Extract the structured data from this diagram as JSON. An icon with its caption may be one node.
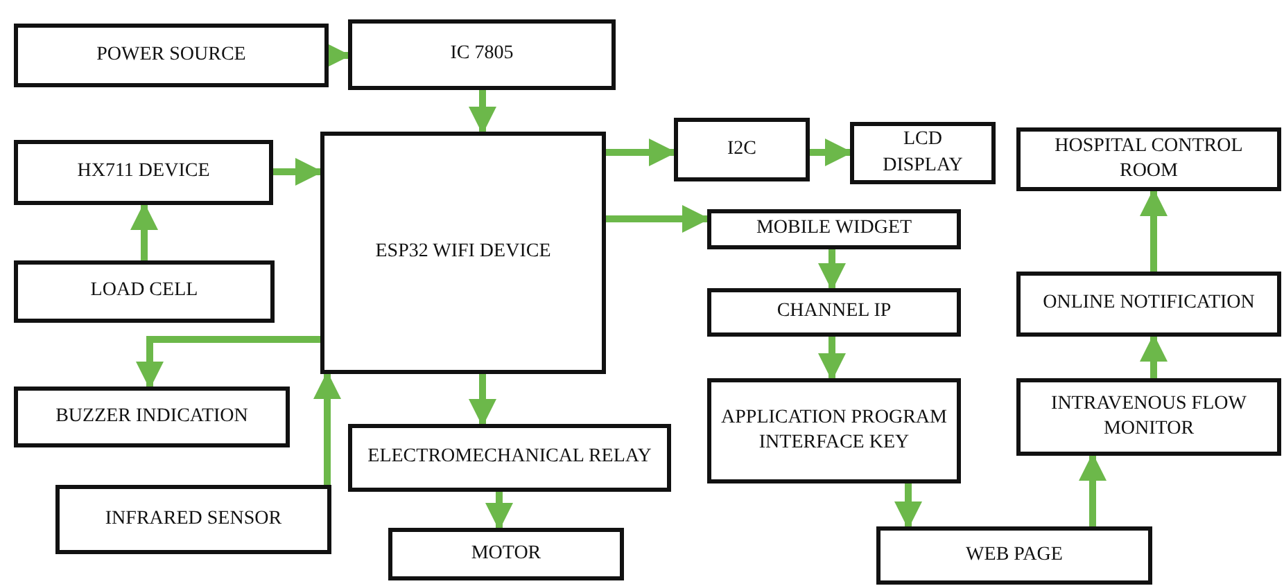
{
  "diagram": {
    "nodes": [
      {
        "text": [
          "POWER SOURCE"
        ]
      },
      {
        "text": [
          "IC 7805"
        ]
      },
      {
        "text": [
          "HX711 DEVICE"
        ]
      },
      {
        "text": [
          "ESP32 WIFI DEVICE"
        ]
      },
      {
        "text": [
          "LOAD CELL"
        ]
      },
      {
        "text": [
          "BUZZER INDICATION"
        ]
      },
      {
        "text": [
          "INFRARED SENSOR"
        ]
      },
      {
        "text": [
          "ELECTROMECHANICAL RELAY"
        ]
      },
      {
        "text": [
          "MOTOR"
        ]
      },
      {
        "text": [
          "I2C"
        ]
      },
      {
        "text": [
          "LCD DISPLAY"
        ]
      },
      {
        "text": [
          "MOBILE WIDGET"
        ]
      },
      {
        "text": [
          "CHANNEL IP"
        ]
      },
      {
        "text": [
          "APPLICATION PROGRAM INTERFACE KEY"
        ]
      },
      {
        "text": [
          "WEB PAGE"
        ]
      },
      {
        "text": [
          "HOSPITAL CONTROL ROOM"
        ]
      },
      {
        "text": [
          "ONLINE NOTIFICATION"
        ]
      },
      {
        "text": [
          "INTRAVENOUS FLOW MONITOR"
        ]
      }
    ],
    "edges": [
      {
        "from": 0,
        "to": 1,
        "arrow": "to"
      },
      {
        "from": 1,
        "to": 3,
        "arrow": "to"
      },
      {
        "from": 2,
        "to": 3,
        "arrow": "to"
      },
      {
        "from": 4,
        "to": 2,
        "arrow": "to"
      },
      {
        "from": 3,
        "to": 5,
        "arrow": "to"
      },
      {
        "from": 6,
        "to": 3,
        "arrow": "to"
      },
      {
        "from": 3,
        "to": 7,
        "arrow": "to"
      },
      {
        "from": 7,
        "to": 8,
        "arrow": "to"
      },
      {
        "from": 3,
        "to": 9,
        "arrow": "to"
      },
      {
        "from": 9,
        "to": 10,
        "arrow": "to"
      },
      {
        "from": 3,
        "to": 11,
        "arrow": "to"
      },
      {
        "from": 11,
        "to": 12,
        "arrow": "to"
      },
      {
        "from": 12,
        "to": 13,
        "arrow": "to"
      },
      {
        "from": 13,
        "to": 14,
        "arrow": "to"
      },
      {
        "from": 14,
        "to": 17,
        "arrow": "to"
      },
      {
        "from": 17,
        "to": 16,
        "arrow": "to"
      },
      {
        "from": 16,
        "to": 15,
        "arrow": "to"
      }
    ]
  }
}
